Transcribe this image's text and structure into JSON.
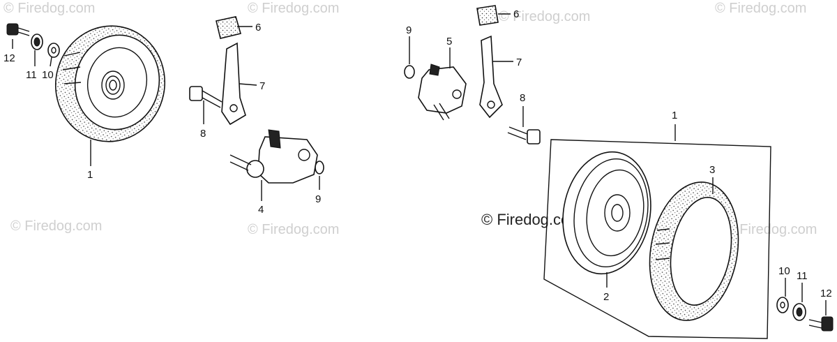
{
  "watermarks": {
    "main": "© Firedog.com",
    "faint": "© Firedog.com"
  },
  "callouts": {
    "c1_left": "1",
    "c1_right": "1",
    "c2": "2",
    "c3": "3",
    "c4": "4",
    "c5": "5",
    "c6_left": "6",
    "c6_right": "6",
    "c7_left": "7",
    "c7_right": "7",
    "c8_left": "8",
    "c8_right": "8",
    "c9_left": "9",
    "c9_right_top": "9",
    "c10_left": "10",
    "c10_right": "10",
    "c11_left": "11",
    "c11_right": "11",
    "c12_left": "12",
    "c12_right": "12"
  }
}
